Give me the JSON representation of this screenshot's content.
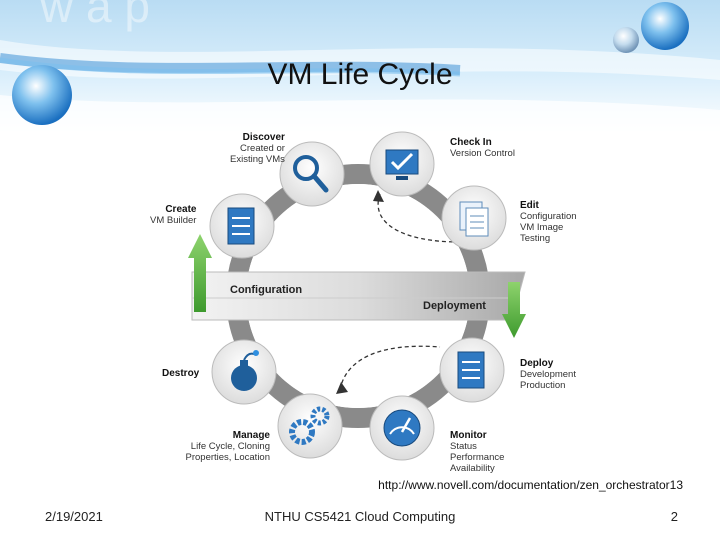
{
  "slide": {
    "title": "VM Life Cycle",
    "source_url": "http://www.novell.com/documentation/zen_orchestrator13",
    "footer": {
      "date": "2/19/2021",
      "course": "NTHU CS5421 Cloud Computing",
      "page": "2"
    }
  },
  "diagram": {
    "band": {
      "left": "Configuration",
      "right": "Deployment"
    },
    "stages": [
      {
        "id": "discover",
        "name": "Discover",
        "lines": [
          "Created or",
          "Existing VMs"
        ],
        "icon": "magnifier-icon"
      },
      {
        "id": "checkin",
        "name": "Check In",
        "lines": [
          "Version Control"
        ],
        "icon": "checkbox-monitor-icon"
      },
      {
        "id": "edit",
        "name": "Edit",
        "lines": [
          "Configuration",
          "VM Image",
          "Testing"
        ],
        "icon": "documents-icon"
      },
      {
        "id": "create",
        "name": "Create",
        "lines": [
          "VM Builder"
        ],
        "icon": "server-icon"
      },
      {
        "id": "deploy",
        "name": "Deploy",
        "lines": [
          "Development",
          "Production"
        ],
        "icon": "server-icon"
      },
      {
        "id": "destroy",
        "name": "Destroy",
        "lines": [],
        "icon": "bomb-icon"
      },
      {
        "id": "manage",
        "name": "Manage",
        "lines": [
          "Life Cycle, Cloning",
          "Properties, Location"
        ],
        "icon": "gears-icon"
      },
      {
        "id": "monitor",
        "name": "Monitor",
        "lines": [
          "Status",
          "Performance",
          "Availability"
        ],
        "icon": "gauge-icon"
      }
    ]
  }
}
